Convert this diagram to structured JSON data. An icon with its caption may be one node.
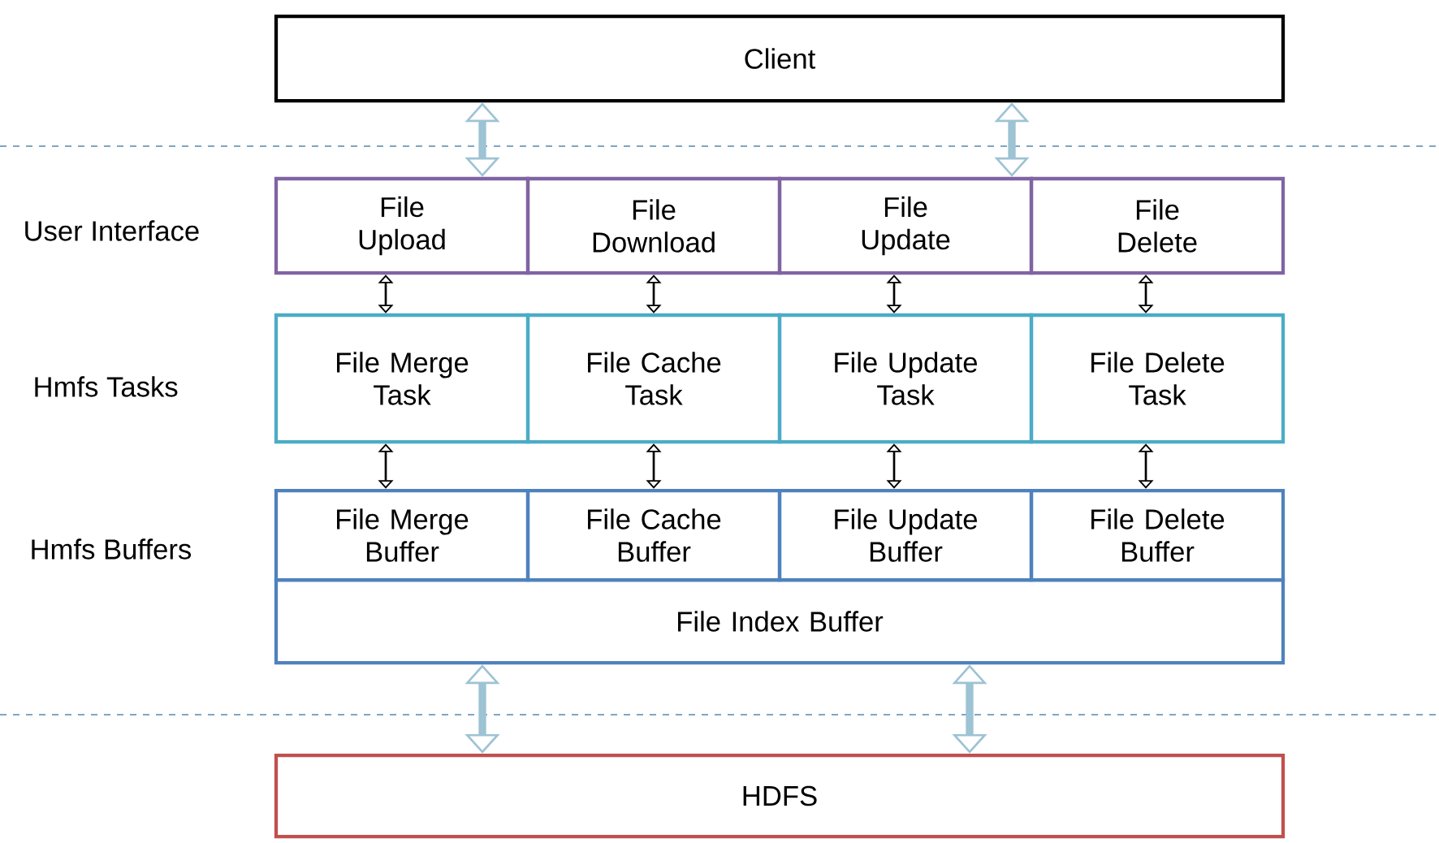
{
  "diagram": {
    "nodes": [
      {
        "text": [
          "Client"
        ]
      },
      {
        "text": [
          "File Upload"
        ]
      },
      {
        "text": [
          "File Download"
        ]
      },
      {
        "text": [
          "File Update"
        ]
      },
      {
        "text": [
          "File Delete"
        ]
      },
      {
        "text": [
          "File Merge Task"
        ]
      },
      {
        "text": [
          "File Cache Task"
        ]
      },
      {
        "text": [
          "File Update Task"
        ]
      },
      {
        "text": [
          "File Delete Task"
        ]
      },
      {
        "text": [
          "File Merge Buffer"
        ]
      },
      {
        "text": [
          "File Cache Buffer"
        ]
      },
      {
        "text": [
          "File Update Buffer"
        ]
      },
      {
        "text": [
          "File Delete Buffer"
        ]
      },
      {
        "text": [
          "File Index Buffer"
        ]
      },
      {
        "text": [
          "HDFS"
        ]
      }
    ],
    "edges": [
      {
        "from": 0,
        "to": 1,
        "arrow": "both",
        "style": "thick",
        "color": "#9dc3d4"
      },
      {
        "from": 0,
        "to": 3,
        "arrow": "both",
        "style": "thick",
        "color": "#9dc3d4"
      },
      {
        "from": 1,
        "to": 5,
        "arrow": "both"
      },
      {
        "from": 2,
        "to": 6,
        "arrow": "both"
      },
      {
        "from": 3,
        "to": 7,
        "arrow": "both"
      },
      {
        "from": 4,
        "to": 8,
        "arrow": "both"
      },
      {
        "from": 5,
        "to": 9,
        "arrow": "both"
      },
      {
        "from": 6,
        "to": 10,
        "arrow": "both"
      },
      {
        "from": 7,
        "to": 11,
        "arrow": "both"
      },
      {
        "from": 8,
        "to": 12,
        "arrow": "both"
      },
      {
        "from": 13,
        "to": 14,
        "arrow": "both",
        "style": "thick",
        "color": "#9dc3d4"
      },
      {
        "from": 13,
        "to": 14,
        "arrow": "both",
        "style": "thick",
        "color": "#9dc3d4"
      }
    ],
    "labels": [
      "User Interface",
      "Hmfs Tasks",
      "Hmfs Buffers"
    ]
  }
}
